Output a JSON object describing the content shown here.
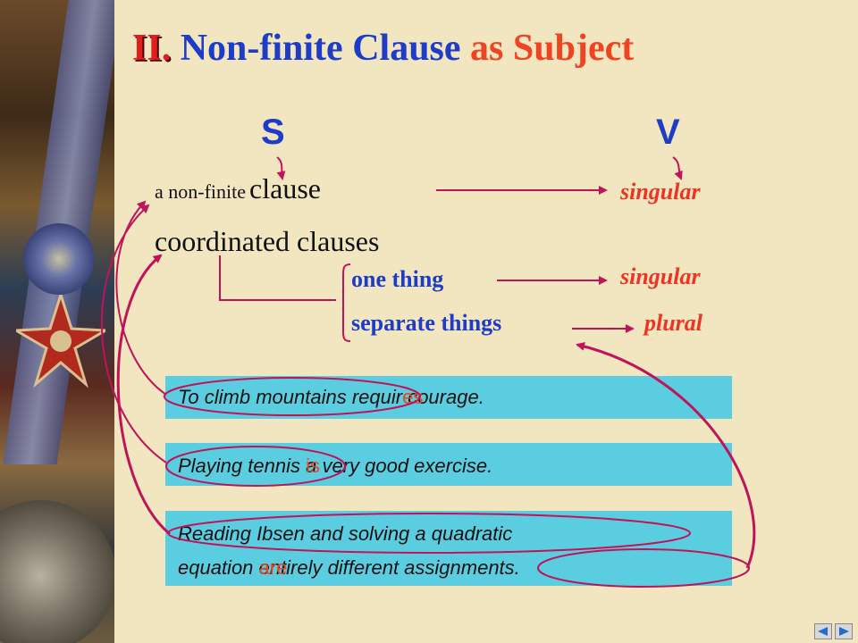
{
  "title": {
    "roman": "II.",
    "part1": "Non-finite Clause",
    "part2": "as Subject"
  },
  "headers": {
    "s": "S",
    "v": "V"
  },
  "rows": {
    "nonfinite_small": "a non-finite",
    "nonfinite_large": "clause",
    "coordinated": "coordinated clauses",
    "one_thing": "one thing",
    "separate_things": "separate things",
    "singular_1": "singular",
    "singular_2": "singular",
    "plural": "plural"
  },
  "examples": {
    "ex1": {
      "before": "To climb mountains requir",
      "overlay": "es",
      "after": " courage."
    },
    "ex2": {
      "before": "Playing tennis ",
      "overlay": "is",
      "after": " a very good exercise."
    },
    "ex3": {
      "line1": "Reading Ibsen and solving a quadratic",
      "before": "equation ",
      "overlay": "are",
      "after": " entirely different assignments."
    }
  },
  "icons": {
    "prev": "triangle-left-icon",
    "next": "triangle-right-icon"
  },
  "colors": {
    "accent_red": "#ee4422",
    "title_blue": "#1e3cc8",
    "arrow_crimson": "#c0145a",
    "box_cyan": "#5bcde0",
    "background": "#f2e6c0"
  }
}
